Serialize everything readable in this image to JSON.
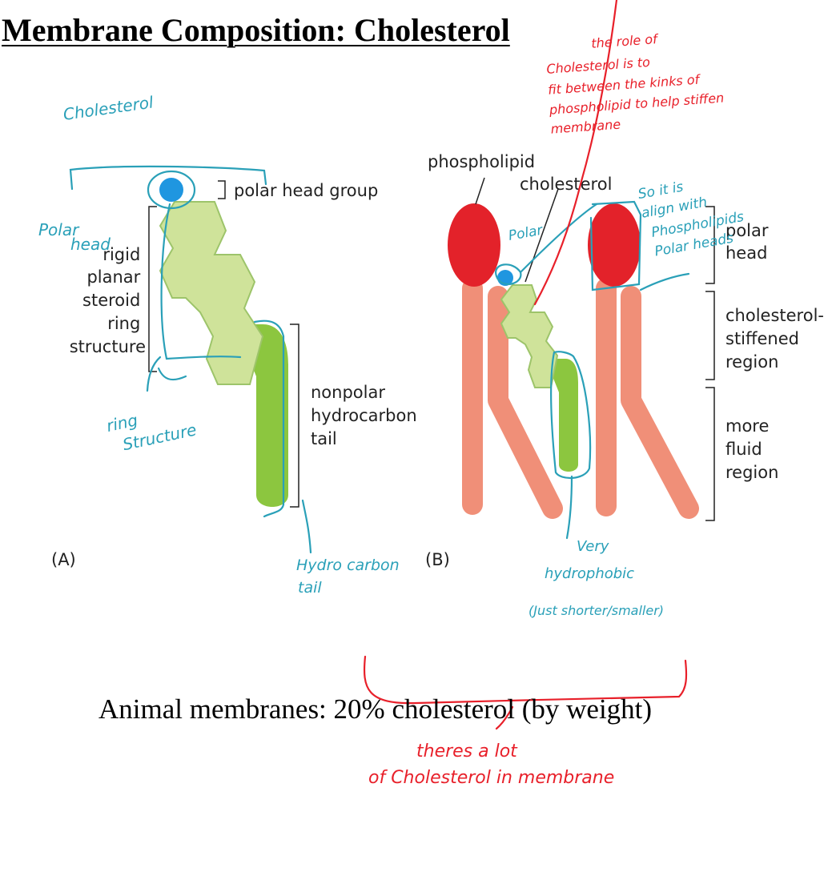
{
  "slide": {
    "title": "Membrane Composition:  Cholesterol",
    "caption": "Animal membranes:  20% cholesterol (by weight)"
  },
  "panel_a": {
    "tag": "(A)",
    "polar_head_label": "polar head group",
    "ring_label_lines": [
      "rigid",
      "planar",
      "steroid",
      "ring",
      "structure"
    ],
    "tail_label_lines": [
      "nonpolar",
      "hydrocarbon",
      "tail"
    ]
  },
  "panel_b": {
    "tag": "(B)",
    "phospholipid_label": "phospholipid",
    "cholesterol_label": "cholesterol",
    "polar_head_lines": [
      "polar",
      "head"
    ],
    "stiffened_lines": [
      "cholesterol-",
      "stiffened",
      "region"
    ],
    "fluid_lines": [
      "more",
      "fluid",
      "region"
    ]
  },
  "annotations": {
    "cholesterol_note": "Cholesterol",
    "polar_head_note": [
      "Polar",
      "head"
    ],
    "ring_note": [
      "ring",
      "Structure"
    ],
    "tail_note": [
      "Hydro carbon",
      "tail"
    ],
    "polar_small_note": "Polar",
    "align_note": [
      "So it is",
      "align with",
      "Phospholipids",
      "Polar heads"
    ],
    "hydrophobic_note": [
      "Very",
      "hydrophobic",
      "(Just shorter/smaller)"
    ],
    "role_note": [
      "the role of",
      "Cholesterol is to",
      "fit between the kinks of",
      "phospholipid to help stiffen",
      "membrane"
    ],
    "lot_note": [
      "theres a lot",
      "of Cholesterol in membrane"
    ]
  },
  "colors": {
    "ring_fill": "#cfe39a",
    "tail_fill": "#8cc63f",
    "head_blue": "#1f96e0",
    "phospholipid_head": "#e3222a",
    "phospholipid_tail": "#f08f78",
    "annotation_blue": "#2aa0b8",
    "annotation_red": "#e8202a"
  }
}
